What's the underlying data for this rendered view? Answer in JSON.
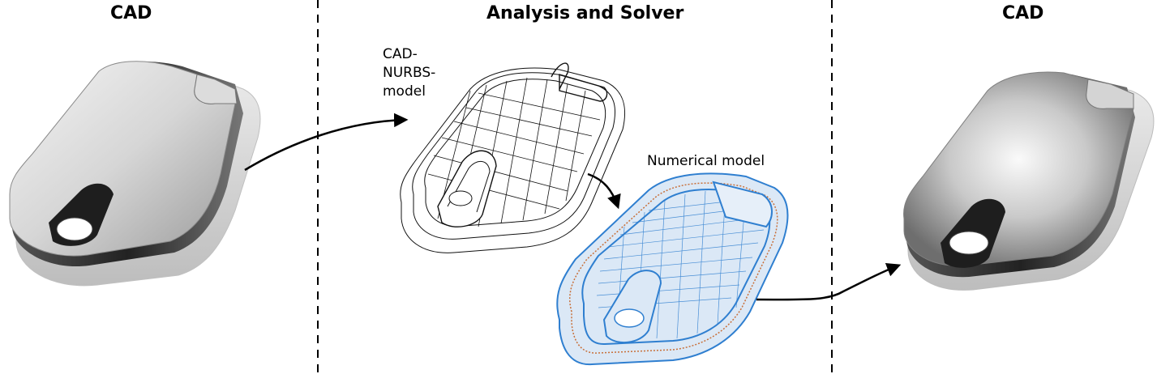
{
  "titles": {
    "left": "CAD",
    "center": "Analysis and Solver",
    "right": "CAD"
  },
  "labels": {
    "nurbs_line1": "CAD-",
    "nurbs_line2": "NURBS-",
    "nurbs_line3": "model",
    "numerical": "Numerical model"
  },
  "colors": {
    "mesh_blue": "#2f7fd0",
    "mesh_orange": "#c8703a",
    "wire": "#111111"
  }
}
